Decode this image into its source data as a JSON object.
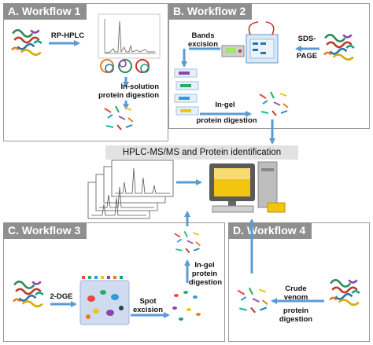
{
  "workflows": {
    "a": {
      "title": "A. Workflow 1",
      "step1": "RP-HPLC",
      "step2_line1": "In-solution",
      "step2_line2": "protein digestion"
    },
    "b": {
      "title": "B. Workflow 2",
      "bands_line1": "Bands",
      "bands_line2": "excision",
      "sds_line1": "SDS-",
      "sds_line2": "PAGE",
      "ingel_line1": "In-gel",
      "ingel_line2": "protein digestion"
    },
    "c": {
      "title": "C. Workflow 3",
      "step1": "2-DGE",
      "spot_line1": "Spot",
      "spot_line2": "excision",
      "ingel_line1": "In-gel",
      "ingel_line2": "protein",
      "ingel_line3": "digestion"
    },
    "d": {
      "title": "D. Workflow 4",
      "crude_line1": "Crude",
      "crude_line2": "venom",
      "crude_line3": "protein",
      "crude_line4": "digestion"
    }
  },
  "center": {
    "band_label": "HPLC-MS/MS and Protein identification"
  },
  "colors": {
    "arrow": "#5b9bd5",
    "title_bg": "#8f8f8f",
    "band_bg": "#e2e2e2",
    "panel_border": "#9a9a9a"
  },
  "icons": [
    "protein-structure-icon",
    "chromatogram-icon",
    "gel-electrophoresis-icon",
    "power-supply-icon",
    "peptide-fragments-icon",
    "ms-spectra-icon",
    "computer-icon",
    "2d-gel-icon"
  ]
}
